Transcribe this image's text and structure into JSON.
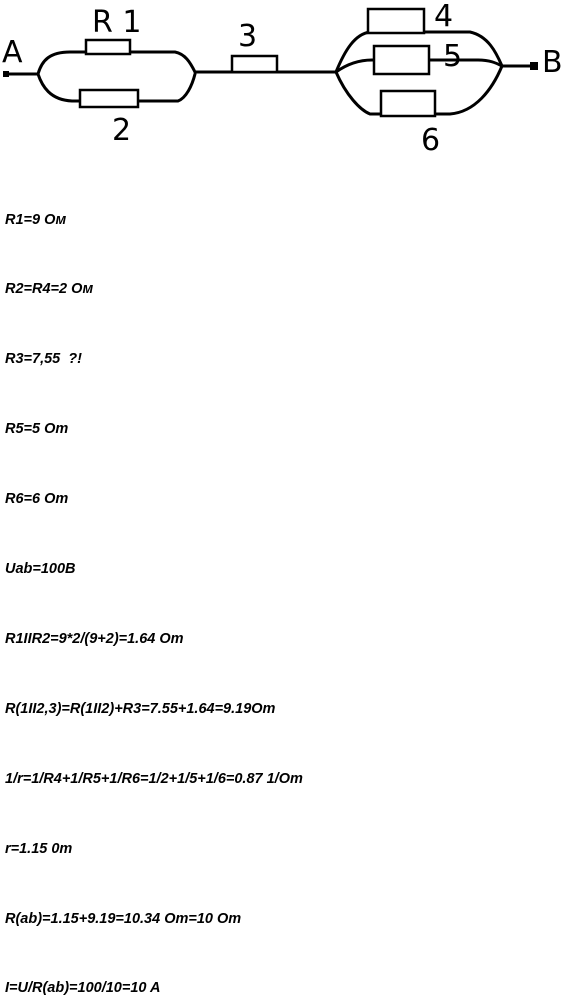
{
  "labels": {
    "node_a": "A",
    "node_b": "B",
    "r1": "R 1",
    "r2": "2",
    "r3": "3",
    "r4": "4",
    "r5": "5",
    "r6": "6"
  },
  "calculation": [
    "R1=9 Ом",
    "R2=R4=2 Ом",
    "R3=7,55  ?!",
    "R5=5 Om",
    "R6=6 Om",
    "Uab=100B",
    "R1IIR2=9*2/(9+2)=1.64 Om",
    "R(1II2,3)=R(1II2)+R3=7.55+1.64=9.19Om",
    "1/r=1/R4+1/R5+1/R6=1/2+1/5+1/6=0.87 1/Om",
    "r=1.15 0m",
    "R(ab)=1.15+9.19=10.34 Om=10 Om",
    "I=U/R(ab)=100/10=10 A"
  ]
}
